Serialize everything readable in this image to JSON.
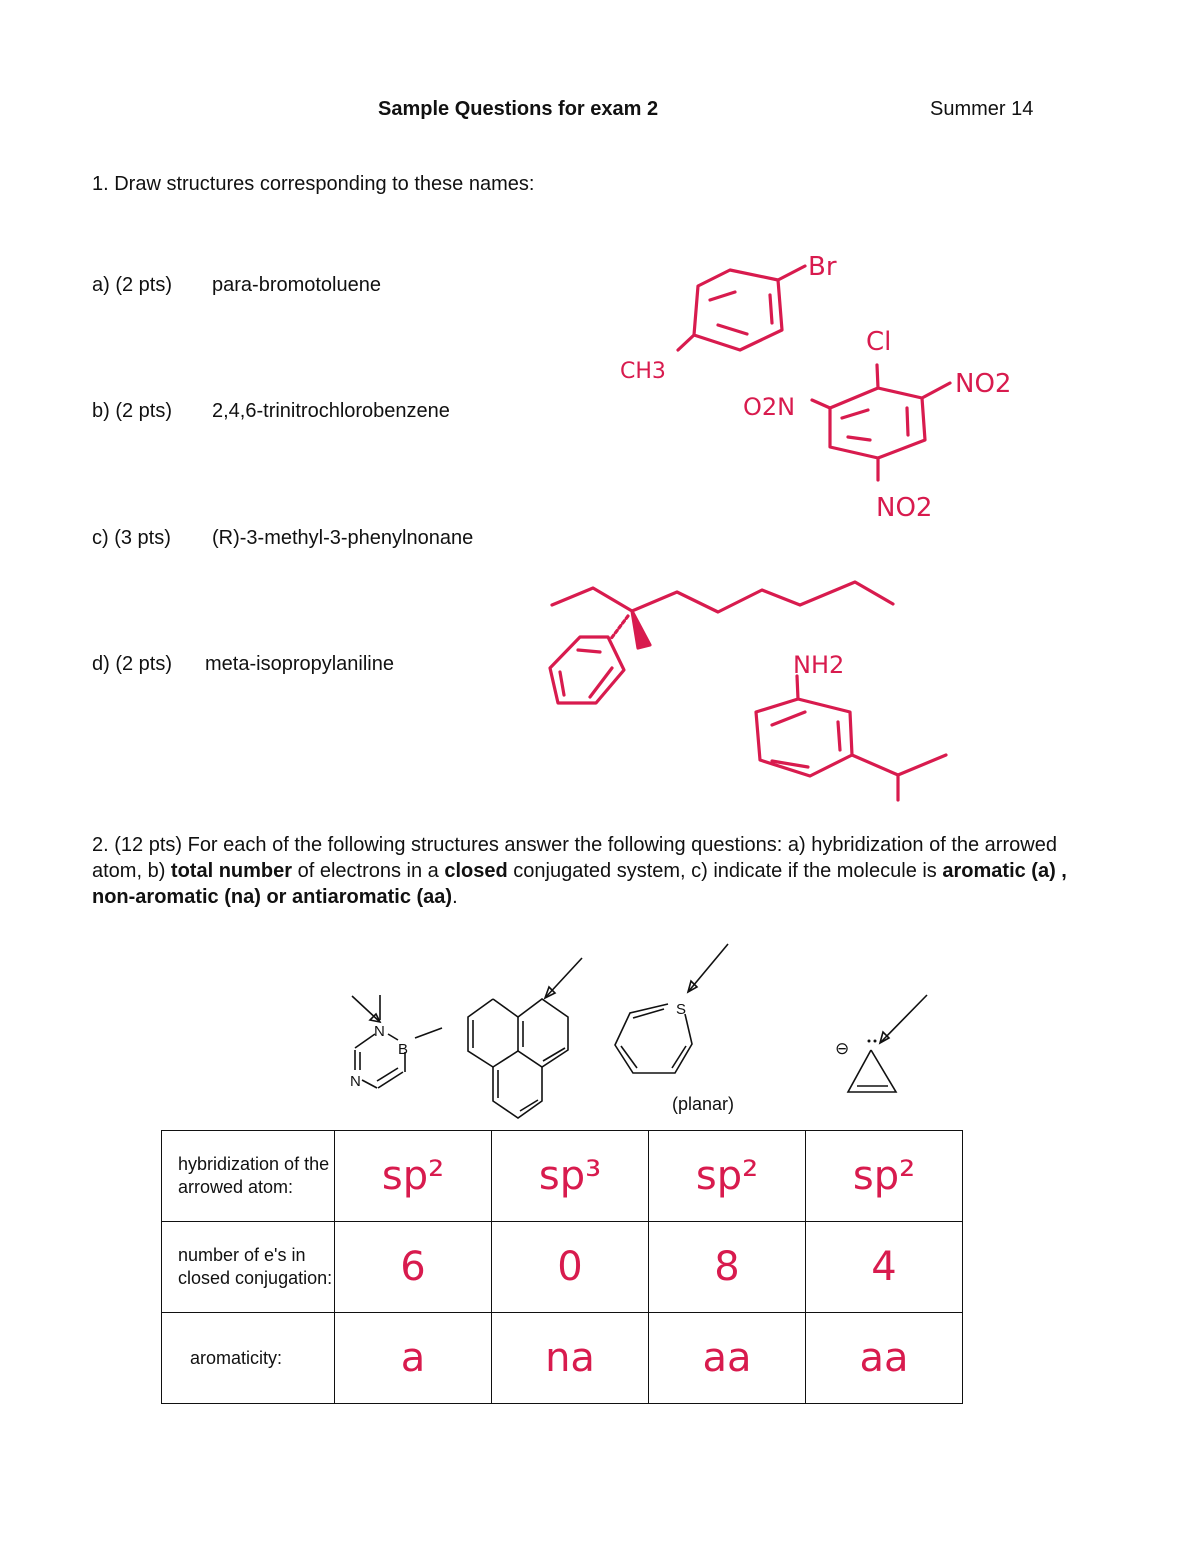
{
  "header": {
    "title": "Sample Questions for exam 2",
    "term": "Summer 14"
  },
  "question1": {
    "prompt": "1. Draw structures corresponding to these names:",
    "items": [
      {
        "label": "a) (2 pts)",
        "name": "para-bromotoluene"
      },
      {
        "label": "b) (2 pts)",
        "name": "2,4,6-trinitrochlorobenzene"
      },
      {
        "label": "c) (3 pts)",
        "name": "(R)-3-methyl-3-phenylnonane"
      },
      {
        "label": "d) (2 pts)",
        "name": "meta-isopropylaniline"
      }
    ],
    "handwritten_labels": {
      "br": "Br",
      "ch3": "CH3",
      "cl": "Cl",
      "no2_right": "NO2",
      "o2n": "O2N",
      "no2_bottom": "NO2",
      "nh2": "NH2"
    }
  },
  "question2": {
    "prefix": "2. (12 pts) For each of the following structures answer the following questions: a) hybridization of the arrowed atom, b) ",
    "b1": "total number",
    "mid1": " of electrons in a ",
    "b2": "closed",
    "mid2": " conjugated system, c) indicate if the molecule is ",
    "b3": "aromatic (a) ,  non-aromatic (na) or antiaromatic (aa)",
    "suffix": ".",
    "structure_labels": {
      "n1": "N",
      "b": "B",
      "n2": "N",
      "s": "S",
      "planar": "(planar)",
      "minus": "⊖"
    }
  },
  "answer_table": {
    "rows": [
      {
        "header": "hybridization of the arrowed atom:",
        "values": [
          "sp²",
          "sp³",
          "sp²",
          "sp²"
        ]
      },
      {
        "header": "number of e's in closed conjugation:",
        "values": [
          "6",
          "0",
          "8",
          "4"
        ]
      },
      {
        "header": "aromaticity:",
        "values": [
          "a",
          "na",
          "aa",
          "aa"
        ]
      }
    ]
  }
}
